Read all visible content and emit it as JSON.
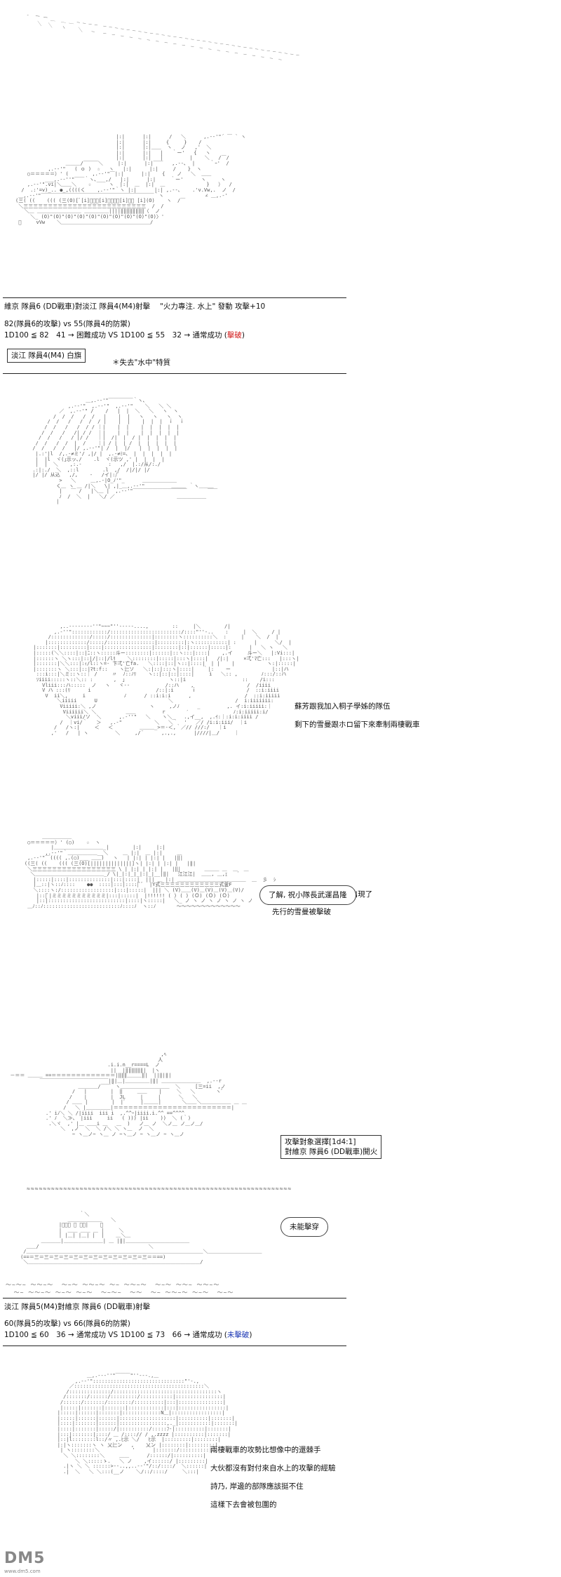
{
  "panel1": {
    "battle_line": "維京 隊員6 (DD戰車)對淡江 隊員4(M4)射擊　 \"火力專注. 水上\" 發動 攻擊+10",
    "stat_line": "82(隊員6的攻擊) vs 55(隊員4的防禦)",
    "roll_prefix": "1D100 ≦ 82　41 → 困難成功 VS 1D100 ≦ 55　32 → 通常成功 (",
    "roll_result": "擊破",
    "roll_suffix": ")",
    "flag_box": "淡江 隊員4(M4) 白旗",
    "trait_note": "＊失去\"水中\"特質"
  },
  "panel2": {
    "narration": [
      "直葉學姊, 兩輛戰車部隊出現了",
      "先行的雪曼被擊破"
    ]
  },
  "panel3": {
    "narration": [
      "蘇芳跟我加入桐子學姊的隊伍",
      "剩下的雪曼跟ホロ留下來牽制兩棲戰車"
    ]
  },
  "panel4": {
    "speech": "了解, 祝小隊長武運昌隆"
  },
  "panel5": {
    "target_box": [
      "攻擊對象選擇[1d4:1]",
      "對維京 隊員6 (DD戰車)開火"
    ]
  },
  "panel6": {
    "speech": "未能擊穿"
  },
  "panel7": {
    "battle_line": "淡江 隊員5(M4)對維京 隊員6 (DD戰車)射擊",
    "stat_line": "60(隊員5的攻擊) vs 66(隊員6的防禦)",
    "roll_prefix": "1D100 ≦ 60　36 → 通常成功 VS 1D100 ≦ 73　66 → 通常成功 (",
    "roll_result": "未擊破",
    "roll_suffix": ")"
  },
  "panel8": {
    "narration": [
      "兩棲戰車的攻勢比想像中的還棘手",
      "大伙都沒有對付來自水上的攻擊的經驗",
      "詩乃, 岸邊的部隊應該挺不住",
      "這樣下去會被包圍的"
    ]
  },
  "watermark": {
    "logo": "DM5",
    "site": "www.dm5.com"
  },
  "colors": {
    "destroyed": "#d21b1b",
    "not_destroyed": "#1b36b4"
  }
}
